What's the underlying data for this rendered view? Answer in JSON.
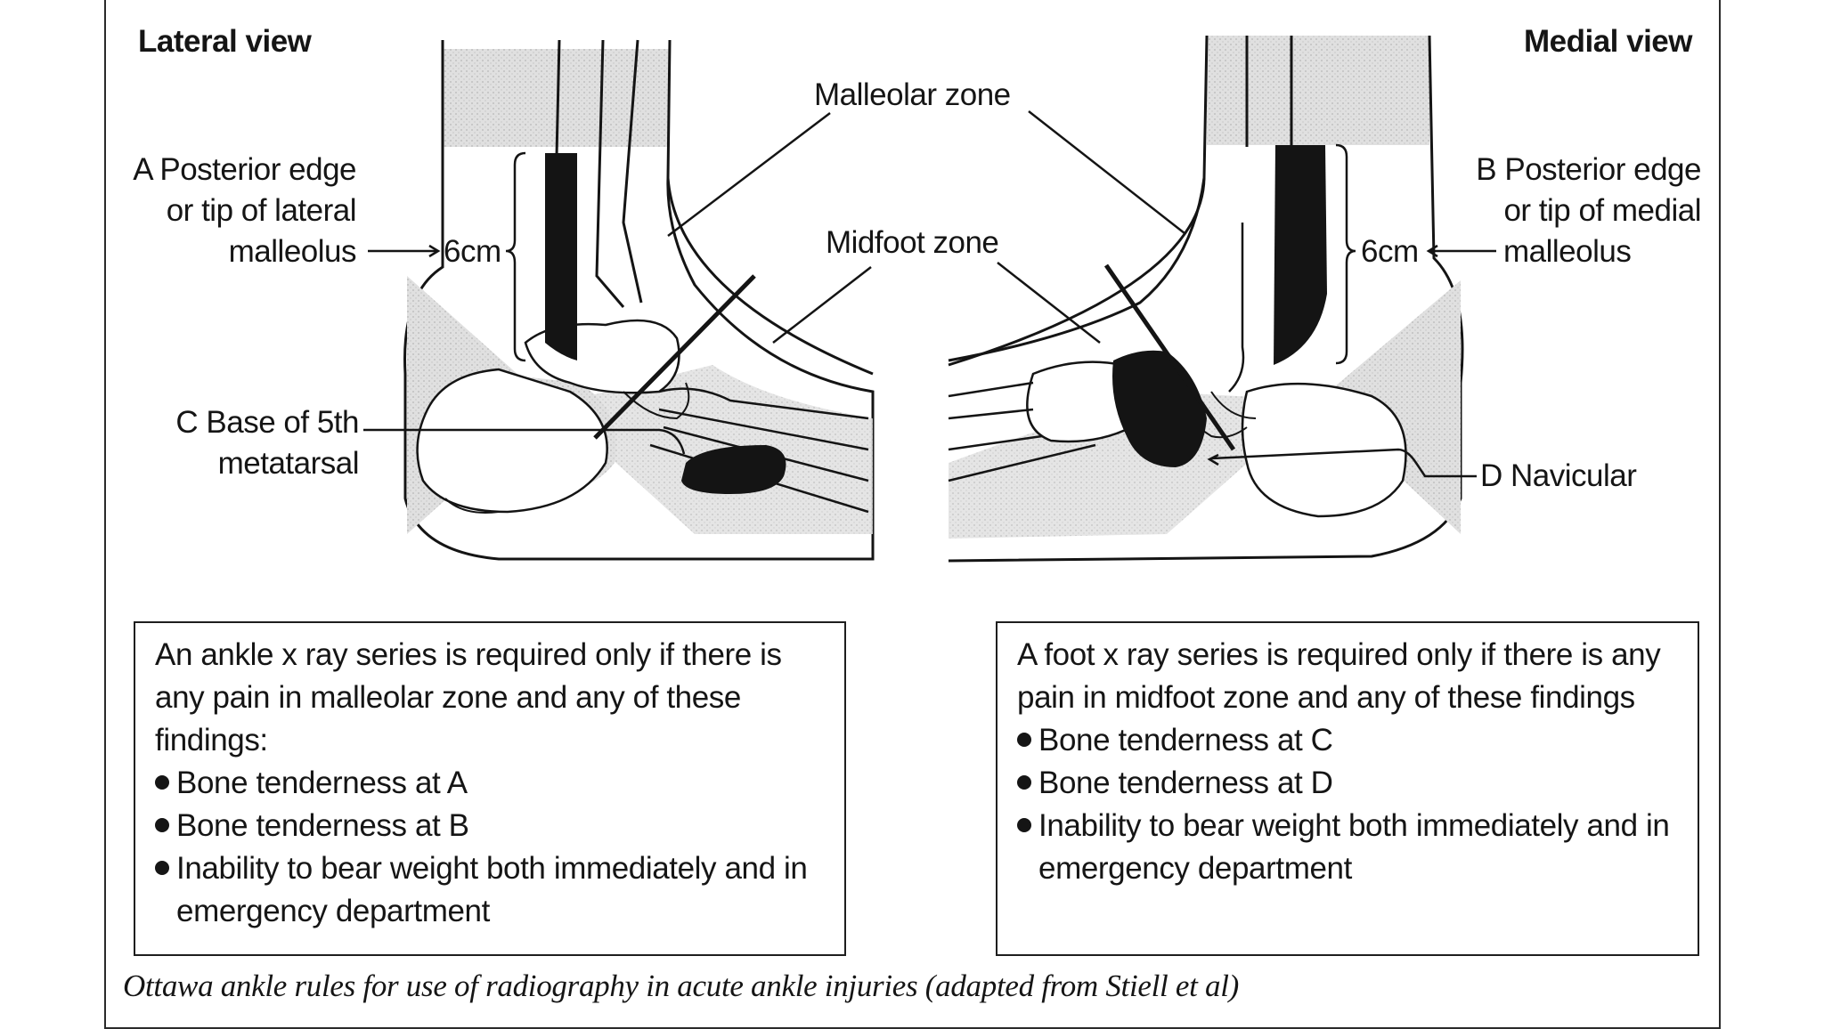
{
  "views": {
    "lateral_title": "Lateral view",
    "medial_title": "Medial view"
  },
  "zones": {
    "malleolar": "Malleolar zone",
    "midfoot": "Midfoot zone"
  },
  "labels": {
    "a_line1": "A Posterior edge",
    "a_line2": "or tip of lateral",
    "a_line3": "malleolus",
    "b_line1": "B Posterior edge",
    "b_line2": "or tip of medial",
    "b_line3": "malleolus",
    "c_line1": "C Base of 5th",
    "c_line2": "metatarsal",
    "d": "D Navicular",
    "dist_left": "6cm",
    "dist_right": "6cm"
  },
  "ankle_box": {
    "intro": "An ankle x ray series is required only if there is any pain in malleolar zone and any of these findings:",
    "items": [
      "Bone tenderness at A",
      "Bone tenderness at B",
      "Inability to bear weight both immediately and in emergency department"
    ]
  },
  "foot_box": {
    "intro": "A foot x ray series is required only if there is any pain in midfoot zone and any of these findings",
    "items": [
      "Bone tenderness at C",
      "Bone tenderness at D",
      "Inability to bear weight both immediately and in emergency department"
    ]
  },
  "caption": "Ottawa ankle rules for use of radiography in acute ankle injuries (adapted from Stiell et al)",
  "colors": {
    "ink": "#141414",
    "shade": "#dcdcdc",
    "shade_dark": "#c8c8c8"
  }
}
